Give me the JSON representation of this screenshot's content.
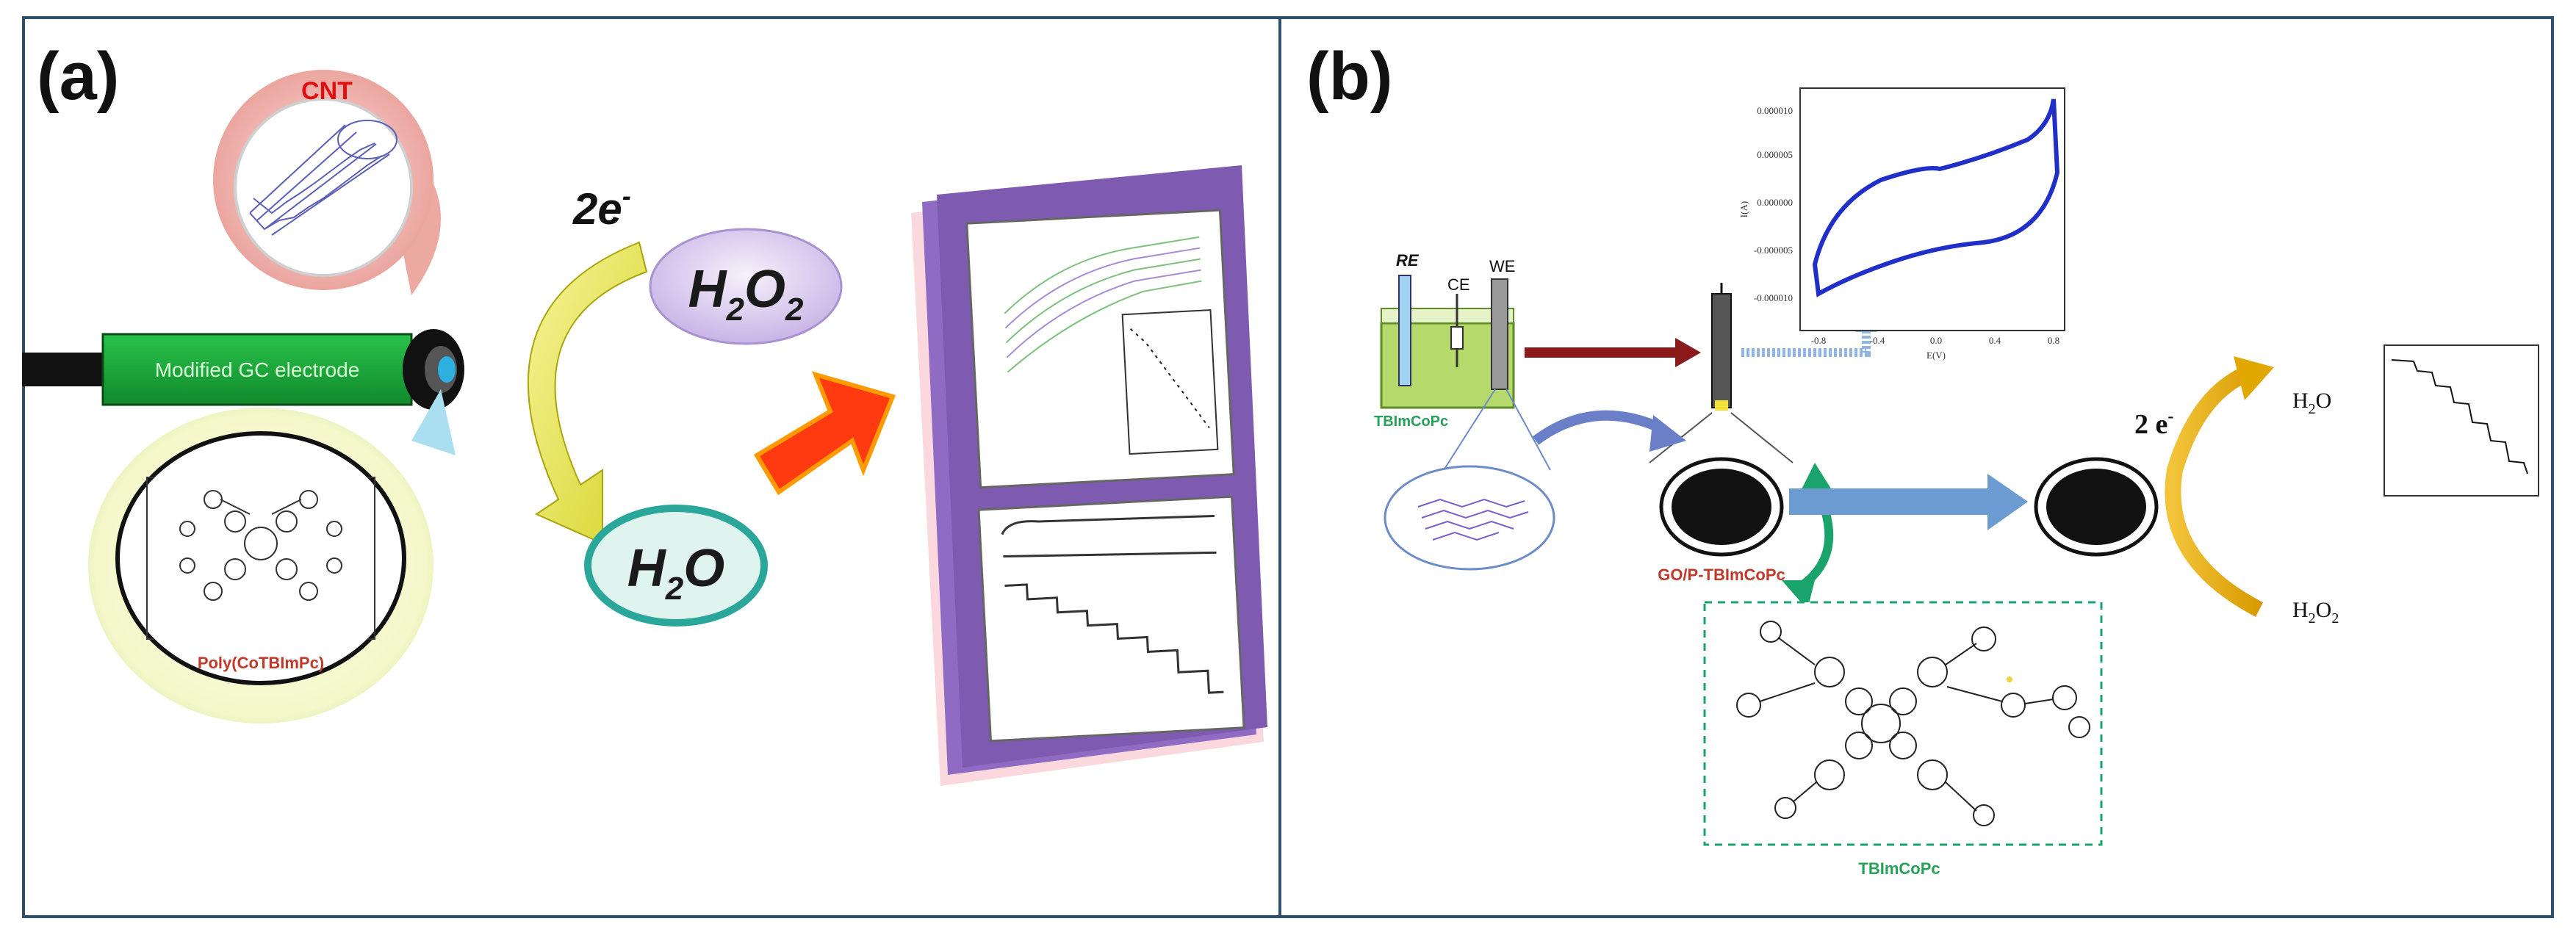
{
  "panel_a": {
    "label": "(a)",
    "cnt_label": "CNT",
    "electrode_label": "Modified GC electrode",
    "polymer_label": "Poly(CoTBImPc)",
    "two_e_label": "2e",
    "two_e_sup": "-",
    "h2o2_main": "H",
    "h2o2_sub1": "2",
    "h2o2_mid": "O",
    "h2o2_sub2": "2",
    "h2o_main": "H",
    "h2o_sub": "2",
    "h2o_end": "O"
  },
  "panel_b": {
    "label": "(b)",
    "re_label": "RE",
    "ce_label": "CE",
    "we_label": "WE",
    "cell_label": "TBImCoPc",
    "electrode_label": "GO/P-TBImCoPc",
    "structure_label": "TBImCoPc",
    "two_e_label": "2 e",
    "two_e_sup": "-",
    "product_top": "H",
    "product_top_sub": "2",
    "product_top_end": "O",
    "product_bottom": "H",
    "product_bottom_sub1": "2",
    "product_bottom_mid": "O",
    "product_bottom_sub2": "2",
    "cv_plot": {
      "y_ticks": [
        "0.000010",
        "0.000005",
        "0.000000",
        "-0.000005",
        "-0.000010"
      ],
      "x_ticks": [
        "-0.8",
        "-0.4",
        "0.0",
        "0.4",
        "0.8"
      ],
      "y_label": "I(A)",
      "x_label": "E(V)"
    }
  },
  "colors": {
    "frame": "#2f4f6a",
    "electrode_green": "#1fae3c",
    "bubble_purple": "#d9c8ef",
    "arrow_yellow": "#e8e03a",
    "arrow_red": "#ff2a00",
    "panel_purple": "#7e5bb0",
    "cv_blue": "#1f2fc8",
    "dark_red_arrow": "#8b1a1a",
    "steel_blue_arrow": "#6b9bd1",
    "teal_green": "#1aa36b",
    "gold": "#e0a800"
  }
}
